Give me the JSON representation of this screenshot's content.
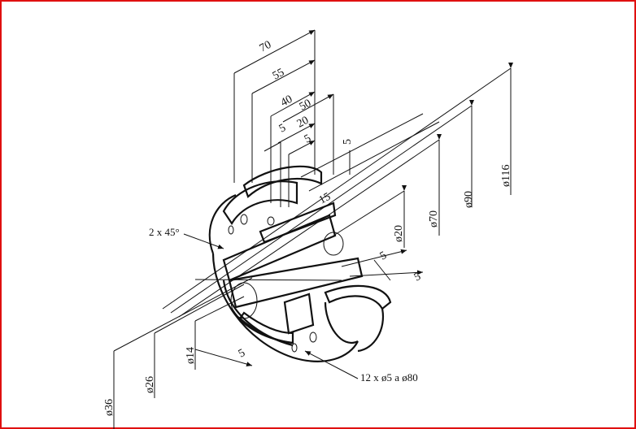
{
  "drawing": {
    "dimensions": {
      "d70": "70",
      "d55": "55",
      "d40": "40",
      "d50": "50",
      "d5a": "5",
      "d20": "20",
      "d5b": "5",
      "d5c": "5",
      "d15": "15",
      "d5d": "5",
      "d5e": "5",
      "d5f": "5",
      "dia116": "ø116",
      "dia90": "ø90",
      "dia70": "ø70",
      "dia20": "ø20",
      "dia14": "ø14",
      "dia26": "ø26",
      "dia36": "ø36"
    },
    "notes": {
      "chamfer": "2 x 45°",
      "holes": "12 x ø5 a ø80"
    }
  },
  "colors": {
    "frame": "#e01010",
    "ink": "#111111",
    "paper": "#ffffff"
  }
}
